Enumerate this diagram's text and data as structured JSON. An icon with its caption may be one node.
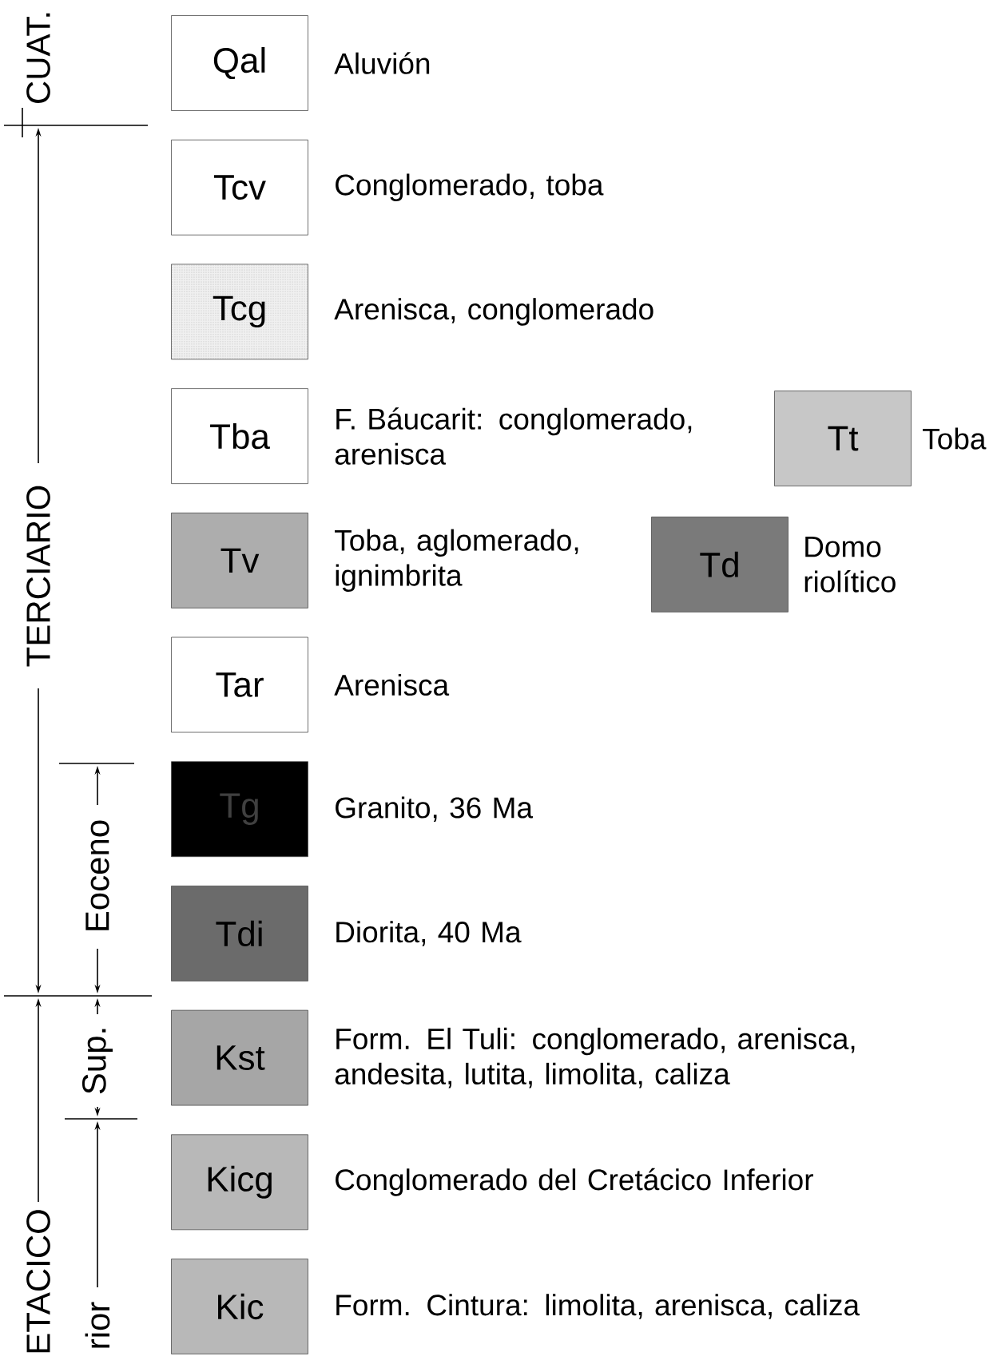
{
  "diagram": {
    "nodes": [
      {
        "text": [
          "Qal"
        ],
        "beside": [
          "Aluvión"
        ]
      },
      {
        "text": [
          "Tcv"
        ],
        "beside": [
          "Conglomerado, toba"
        ]
      },
      {
        "text": [
          "Tcg"
        ],
        "beside": [
          "Arenisca, conglomerado"
        ]
      },
      {
        "text": [
          "Tba"
        ],
        "beside": [
          "F. Báucarit: conglomerado, arenisca"
        ]
      },
      {
        "text": [
          "Tt"
        ],
        "beside": [
          "Toba"
        ]
      },
      {
        "text": [
          "Tv"
        ],
        "beside": [
          "Toba, aglomerado, ignimbrita"
        ]
      },
      {
        "text": [
          "Td"
        ],
        "beside": [
          "Domo riolítico"
        ]
      },
      {
        "text": [
          "Tar"
        ],
        "beside": [
          "Arenisca"
        ]
      },
      {
        "text": [
          "Tg"
        ],
        "beside": [
          "Granito, 36 Ma"
        ]
      },
      {
        "text": [
          "Tdi"
        ],
        "beside": [
          "Diorita, 40 Ma"
        ]
      },
      {
        "text": [
          "Kst"
        ],
        "beside": [
          "Form. El Tuli: conglomerado, arenisca, andesita, lutita, limolita, caliza"
        ]
      },
      {
        "text": [
          "Kicg"
        ],
        "beside": [
          "Conglomerado del Cretácico Inferior"
        ]
      },
      {
        "text": [
          "Kic"
        ],
        "beside": [
          "Form. Cintura: limolita, arenisca, caliza"
        ]
      }
    ],
    "labels": [
      "CUAT.",
      "TERCIARIO",
      "Eoceno",
      "Sup.",
      "ETACICO",
      "rior"
    ]
  }
}
